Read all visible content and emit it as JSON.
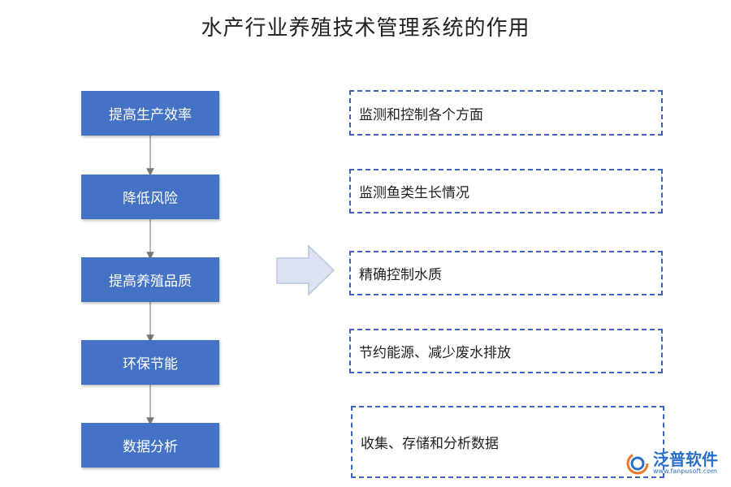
{
  "title": "水产行业养殖技术管理系统的作用",
  "left_boxes": [
    "提高生产效率",
    "降低风险",
    "提高养殖品质",
    "环保节能",
    "数据分析"
  ],
  "right_items": [
    "监测和控制各个方面",
    "监测鱼类生长情况",
    "精确控制水质",
    "节约能源、减少废水排放",
    "收集、存储和分析数据"
  ],
  "logo": {
    "name": "泛普软件",
    "url": "www.fanpusoft.com"
  },
  "colors": {
    "box_fill": "#4472c4",
    "dash_border": "#3e63c0",
    "arrow": "#dbe3f2"
  }
}
